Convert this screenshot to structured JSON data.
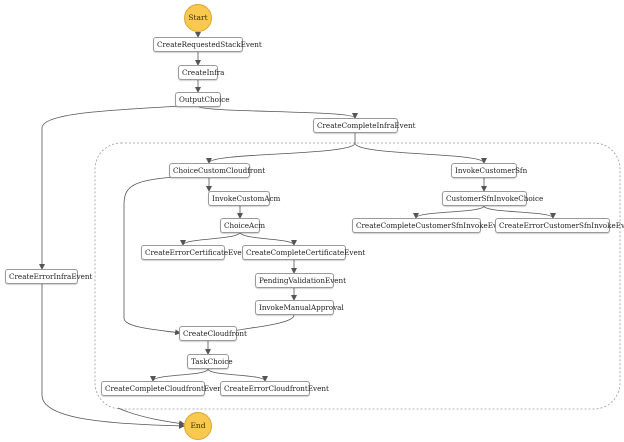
{
  "diagram": {
    "start_label": "Start",
    "end_label": "End",
    "nodes": {
      "create_requested_stack_event": "CreateRequestedStackEvent",
      "create_infra": "CreateInfra",
      "output_choice": "OutputChoice",
      "create_complete_infra_event": "CreateCompleteInfraEvent",
      "create_error_infra_event": "CreateErrorInfraEvent",
      "choice_custom_cloudfront": "ChoiceCustomCloudfront",
      "invoke_customer_sfn": "InvokeCustomerSfn",
      "invoke_custom_acm": "InvokeCustomAcm",
      "customer_sfn_invoke_choice": "CustomerSfnInvokeChoice",
      "choice_acm": "ChoiceAcm",
      "create_complete_customer_sfn_invoke_event": "CreateCompleteCustomerSfnInvokeEvent",
      "create_error_customer_sfn_invoke_event": "CreateErrorCustomerSfnInvokeEvent",
      "create_error_certificate_event": "CreateErrorCertificateEvent",
      "create_complete_certificate_event": "CreateCompleteCertificateEvent",
      "pending_validation_event": "PendingValidationEvent",
      "invoke_manual_approval": "InvokeManualApproval",
      "create_cloudfront": "CreateCloudfront",
      "task_choice": "TaskChoice",
      "create_complete_cloudfront_event": "CreateCompleteCloudfrontEvent",
      "create_error_cloudfront_event": "CreateErrorCloudfrontEvent"
    },
    "colors": {
      "terminal_fill": "#f8c94e",
      "node_border": "#9a9a9a",
      "edge": "#555555",
      "parallel_border": "#9a9a9a"
    }
  }
}
